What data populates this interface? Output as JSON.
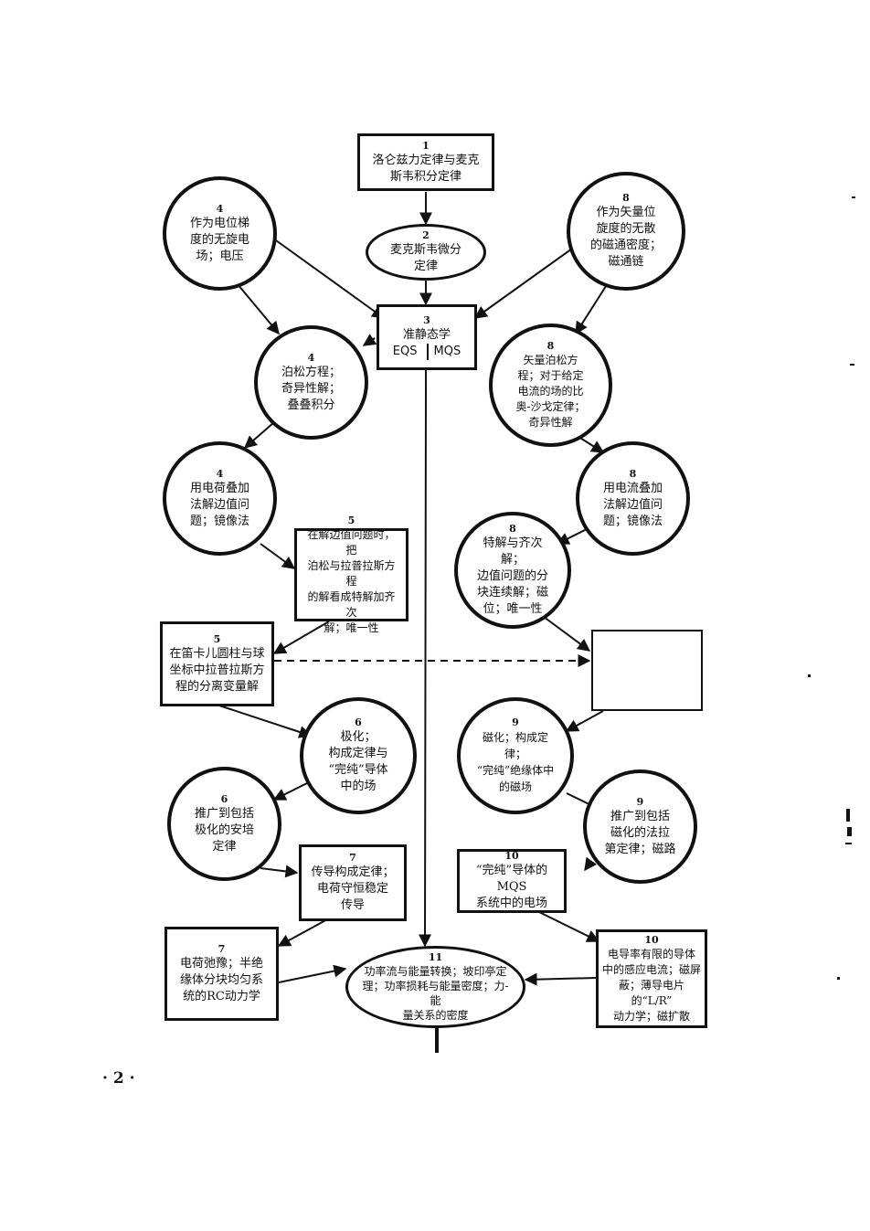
{
  "nodes": {
    "n1": {
      "num": "1",
      "text": "洛仑兹力定律与麦克\n斯韦积分定律"
    },
    "n2": {
      "num": "2",
      "text": "麦克斯韦微分\n定律"
    },
    "n3": {
      "num": "3",
      "text": "准静态学",
      "eqs": "EQS",
      "mqs": "MQS"
    },
    "n4a": {
      "num": "4",
      "text": "作为电位梯\n度的无旋电\n场；电压"
    },
    "n4b": {
      "num": "4",
      "text": "泊松方程；\n奇异性解；\n叠叠积分"
    },
    "n4c": {
      "num": "4",
      "text": "用电荷叠加\n法解边值问\n题；镜像法"
    },
    "n5a": {
      "num": "5",
      "text": "在解边值问题时，把\n泊松与拉普拉斯方程\n的解看成特解加齐次\n解；唯一性"
    },
    "n5b": {
      "num": "5",
      "text": "在笛卡儿圆柱与球\n坐标中拉普拉斯方\n程的分离变量解"
    },
    "n6a": {
      "num": "6",
      "text": "极化；\n构成定律与\n“完纯”导体\n中的场"
    },
    "n6b": {
      "num": "6",
      "text": "推广到包括\n极化的安培\n定律"
    },
    "n7a": {
      "num": "7",
      "text": "传导构成定律；\n电荷守恒稳定\n传导"
    },
    "n7b": {
      "num": "7",
      "text": "电荷弛豫；半绝\n缘体分块均匀系\n统的RC动力学"
    },
    "n8a": {
      "num": "8",
      "text": "作为矢量位\n旋度的无散\n的磁通密度；\n磁通链"
    },
    "n8b": {
      "num": "8",
      "text": "矢量泊松方\n程；对于给定\n电流的场的比\n奥-沙戈定律；\n奇异性解"
    },
    "n8c": {
      "num": "8",
      "text": "用电流叠加\n法解边值问\n题；镜像法"
    },
    "n8d": {
      "num": "8",
      "text": "特解与齐次解；\n边值问题的分\n块连续解；磁\n位；唯一性"
    },
    "n9a": {
      "num": "9",
      "text": "磁化；构成定律；\n“完纯”绝缘体中\n的磁场"
    },
    "n9b": {
      "num": "9",
      "text": "推广到包括\n磁化的法拉\n第定律；磁路"
    },
    "n10a": {
      "num": "10",
      "text": "“完纯”导体的MQS\n系统中的电场"
    },
    "n10b": {
      "num": "10",
      "text": "电导率有限的导体\n中的感应电流；磁屏\n蔽；薄导电片的“L/R”\n动力学；磁扩散"
    },
    "n11": {
      "num": "11",
      "text": "功率流与能量转换；坡印亭定\n理；功率损耗与能量密度；力-能\n量关系的密度"
    }
  },
  "page_number": "· 2 ·"
}
